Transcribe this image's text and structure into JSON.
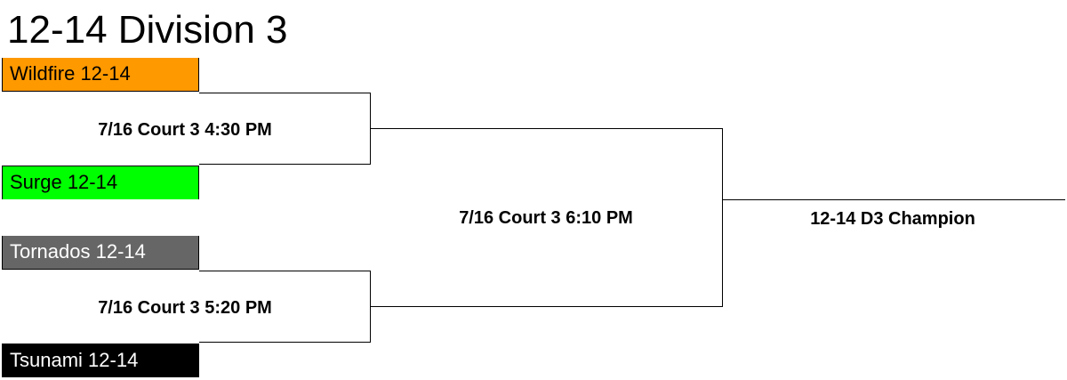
{
  "title": "12-14 Division 3",
  "teams": [
    {
      "name": "Wildfire 12-14",
      "bg": "#ff9900",
      "fg": "#000000"
    },
    {
      "name": "Surge 12-14",
      "bg": "#00ff00",
      "fg": "#000000"
    },
    {
      "name": "Tornados 12-14",
      "bg": "#666666",
      "fg": "#ffffff"
    },
    {
      "name": "Tsunami 12-14",
      "bg": "#000000",
      "fg": "#ffffff"
    }
  ],
  "games": {
    "semifinal_1": "7/16 Court 3 4:30 PM",
    "semifinal_2": "7/16 Court 3 5:20 PM",
    "final": "7/16 Court 3 6:10 PM"
  },
  "champion": "12-14 D3 Champion"
}
